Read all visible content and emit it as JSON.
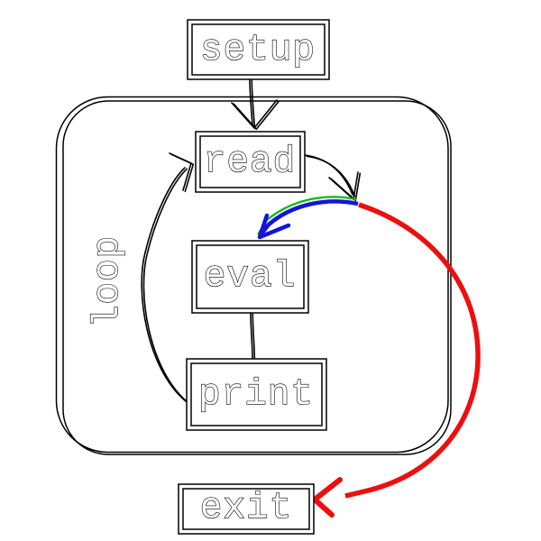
{
  "diagram": {
    "type": "flowchart",
    "style": "hand-drawn-sketch",
    "background": "#ffffff",
    "colors": {
      "line": "#000000",
      "red_edge": "#ee0e0e",
      "blue_edge": "#1414dc",
      "green_trace": "#00c000"
    },
    "cluster": {
      "id": "loop",
      "label": "loop"
    },
    "nodes": [
      {
        "id": "setup",
        "label": "setup"
      },
      {
        "id": "read",
        "label": "read"
      },
      {
        "id": "eval",
        "label": "eval"
      },
      {
        "id": "print",
        "label": "print"
      },
      {
        "id": "exit",
        "label": "exit"
      }
    ],
    "edges": [
      {
        "from": "setup",
        "to": "read",
        "color": "black"
      },
      {
        "from": "read",
        "to": "eval",
        "color": "blue",
        "underlay": "green"
      },
      {
        "from": "eval",
        "to": "print",
        "color": "black"
      },
      {
        "from": "print",
        "to": "read",
        "color": "black"
      },
      {
        "from": "read",
        "to": "exit",
        "color": "red"
      }
    ]
  }
}
